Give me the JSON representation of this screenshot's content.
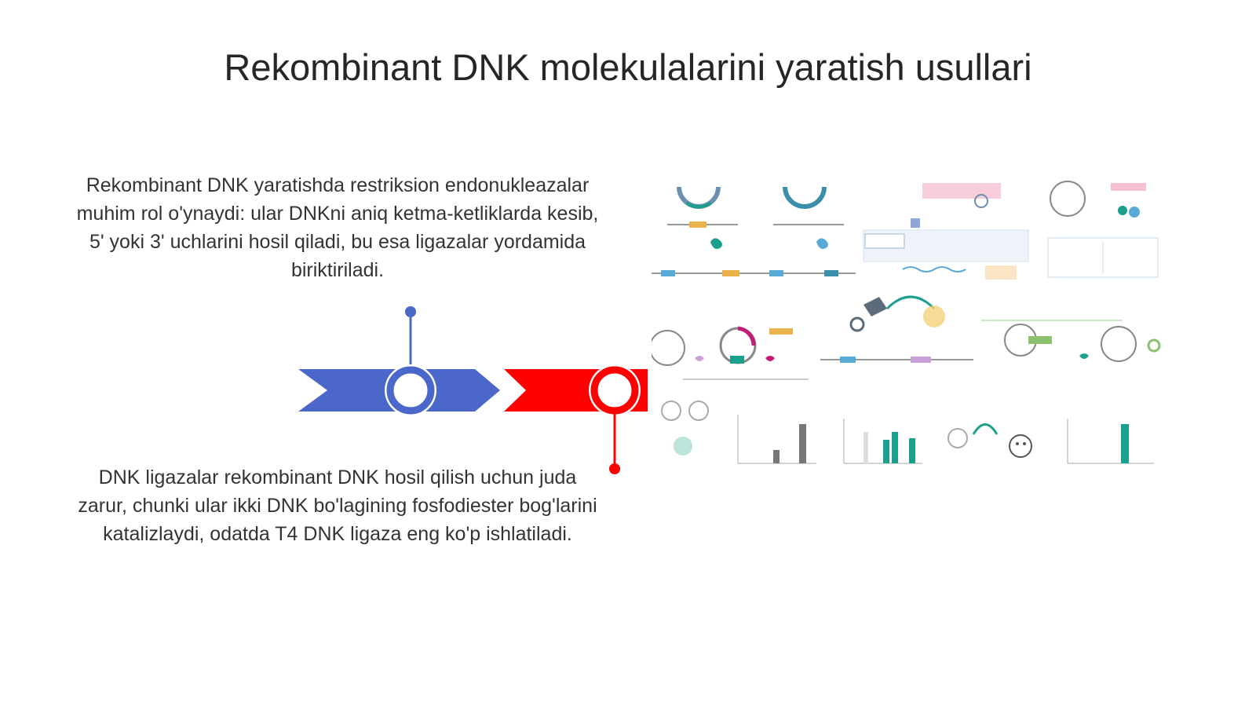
{
  "slide": {
    "title": "Rekombinant DNK molekulalarini yaratish usullari",
    "points": [
      {
        "text": "Rekombinant DNK yaratishda restriksion endonukleazalar muhim rol o'ynaydi: ular DNKni aniq ketma-ketliklarda kesib, 5' yoki 3' uchlarini hosil qiladi, bu esa ligazalar yordamida biriktiriladi."
      },
      {
        "text": "DNK ligazalar rekombinant DNK hosil qilish uchun juda zarur, chunki ular ikki DNK bo'lagining fosfodiester bog'larini katalizlaydi, odatda T4 DNK ligaza eng ko'p ishlatiladi."
      }
    ]
  },
  "timeline": {
    "colors": {
      "first": "#4a67c9",
      "second": "#ff0000"
    },
    "icons": [
      "timeline-node-icon",
      "timeline-node-icon"
    ]
  },
  "figure": {
    "icon": "scientific-figure-icon",
    "accent_colors": [
      "#1aa08c",
      "#c21d76",
      "#e9b24a",
      "#5aa9d6"
    ]
  }
}
